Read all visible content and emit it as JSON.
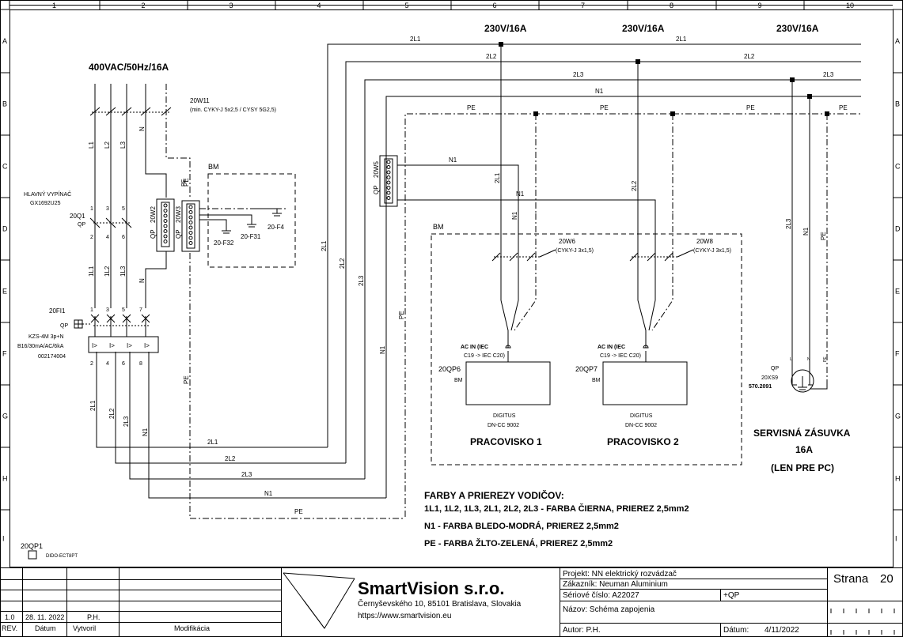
{
  "frame": {
    "cols": [
      "1",
      "2",
      "3",
      "4",
      "5",
      "6",
      "7",
      "8",
      "9",
      "10"
    ],
    "rows": [
      "A",
      "B",
      "C",
      "D",
      "E",
      "F",
      "G",
      "H",
      "I"
    ]
  },
  "headers": {
    "main_supply": "400VAC/50Hz/16A",
    "sup1": "230V/16A",
    "sup2": "230V/16A",
    "sup3": "230V/16A"
  },
  "bus_labels": {
    "l21": "2L1",
    "l21b": "2L1",
    "l22": "2L2",
    "l22b": "2L2",
    "l23": "2L3",
    "l23b": "2L3",
    "n1": "N1",
    "pe1": "PE",
    "pe2": "PE",
    "pe3": "PE",
    "pe4": "PE"
  },
  "cable_main": {
    "tag": "20W11",
    "spec": "(min. CYKY-J 5x2,5 / CYSY 5G2,5)"
  },
  "switch": {
    "title1": "HLAVNÝ VYPÍNAČ",
    "title2": "GX1692U25",
    "tag": "20Q1",
    "qp": "QP",
    "t1": "1",
    "t3": "3",
    "t5": "5",
    "b2": "2",
    "b4": "4",
    "b6": "6"
  },
  "conductors": {
    "L1": "L1",
    "L2": "L2",
    "L3": "L3",
    "N": "N",
    "L1b": "1L1",
    "L2b": "1L2",
    "L3b": "1L3",
    "Nb": "N",
    "o1": "2L1",
    "o2": "2L2",
    "o3": "2L3",
    "o4": "N1",
    "pe_v": "PE",
    "pe_v2": "PE",
    "v21": "2L1",
    "v22": "2L2",
    "v23": "2L3",
    "vn1": "N1",
    "vpe": "PE"
  },
  "rcd": {
    "tag": "20FI1",
    "qp": "QP",
    "spec1": "KZS-4M 3p+N",
    "spec2": "B16/30mA/AC/6kA",
    "spec3": "002174004",
    "t1": "1",
    "t3": "3",
    "t5": "5",
    "t7": "7",
    "b2": "2",
    "b4": "4",
    "b6": "6",
    "b8": "8"
  },
  "terminals": {
    "w2": "20W2",
    "w3": "20W3",
    "w5": "20W5",
    "qp": "QP"
  },
  "bm_box": {
    "label": "BM",
    "f32": "20-F32",
    "f31": "20-F31",
    "f4": "20-F4",
    "pe": "PE"
  },
  "workstations": {
    "bm_label": "BM",
    "n1_label": "N1",
    "n1_label2": "N1",
    "w6": "20W6",
    "w6spec": "(CYKY-J 3x1,5)",
    "w8": "20W8",
    "w8spec": "(CYKY-J 3x1,5)",
    "acin": "AC IN (IEC",
    "acin2": "C19 -> IEC C20)",
    "acinb": "AC IN (IEC",
    "acin2b": "C19 -> IEC C20)",
    "dev1": "20QP6",
    "dev1bm": "BM",
    "dev2": "20QP7",
    "dev2bm": "BM",
    "digi1": "DIGITUS",
    "digi1m": "DN-CC 9002",
    "digi2": "DIGITUS",
    "digi2m": "DN-CC 9002",
    "title1": "PRACOVISKO 1",
    "title2": "PRACOVISKO 2",
    "l1v": "2L1",
    "n1v": "N1",
    "l2v": "2L2"
  },
  "socket": {
    "qp": "QP",
    "tag": "20XS9",
    "code": "570.2091",
    "L": "L",
    "N": "N",
    "PE": "PE",
    "t1": "SERVISNÁ ZÁSUVKA",
    "t2": "16A",
    "t3": "(LEN PRE PC)"
  },
  "notes": {
    "title": "FARBY A PRIEREZY VODIČOV:",
    "line1": "1L1, 1L2, 1L3, 2L1, 2L2, 2L3 - FARBA ČIERNA, PRIEREZ 2,5mm2",
    "line2": "N1 - FARBA BLEDO-MODRÁ, PRIEREZ 2,5mm2",
    "line3": "PE - FARBA ŽLTO-ZELENÁ, PRIEREZ 2,5mm2"
  },
  "qp1": {
    "tag": "20QP1",
    "model": "DIDO-ECT8PT"
  },
  "title_block": {
    "company": "SmartVision s.r.o.",
    "address": "Černyševského 10, 85101 Bratislava, Slovakia",
    "web": "https://www.smartvision.eu",
    "rev_no": "1.0",
    "rev_date": "28. 11. 2022",
    "rev_by": "P.H.",
    "h_rev": "REV.",
    "h_date": "Dátum",
    "h_by": "Vytvoril",
    "h_mod": "Modifikácia",
    "projekt": "Projekt: NN elektrický rozvádzač",
    "zakaznik": "Zákazník: Neuman   Aluminium",
    "seriove": "Sériové číslo: A22027",
    "qp": "+QP",
    "nazov": "Názov: Schéma zapojenia",
    "autor": "Autor: P.H.",
    "datum_lbl": "Dátum:",
    "datum": "4/11/2022",
    "strana_lbl": "Strana",
    "strana": "20"
  }
}
